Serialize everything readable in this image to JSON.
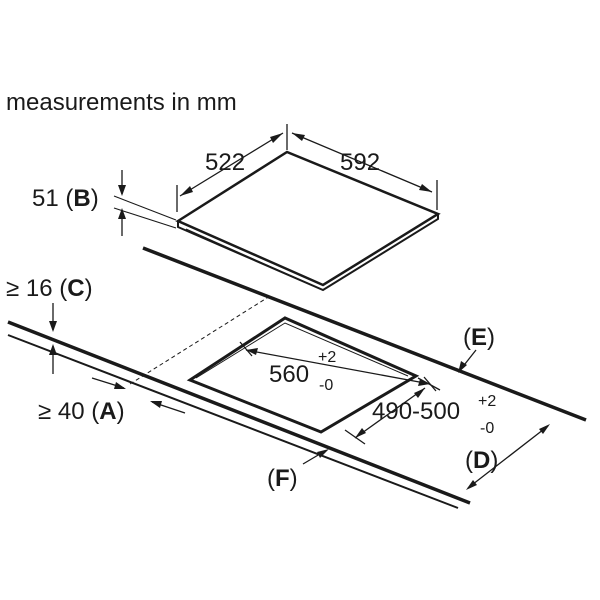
{
  "title": "measurements in mm",
  "dimensions": {
    "hob_depth": "522",
    "hob_width": "592",
    "hob_height_value": "51",
    "hob_height_letter": "B",
    "worktop_min_value": "≥ 16",
    "worktop_min_letter": "C",
    "front_min_value": "≥ 40",
    "front_min_letter": "A",
    "cutout_width": "560",
    "cutout_width_tol_plus": "+2",
    "cutout_width_tol_minus": "-0",
    "cutout_depth": "490-500",
    "cutout_depth_tol_plus": "+2",
    "cutout_depth_tol_minus": "-0"
  },
  "callouts": {
    "E": "E",
    "D": "D",
    "F": "F"
  }
}
